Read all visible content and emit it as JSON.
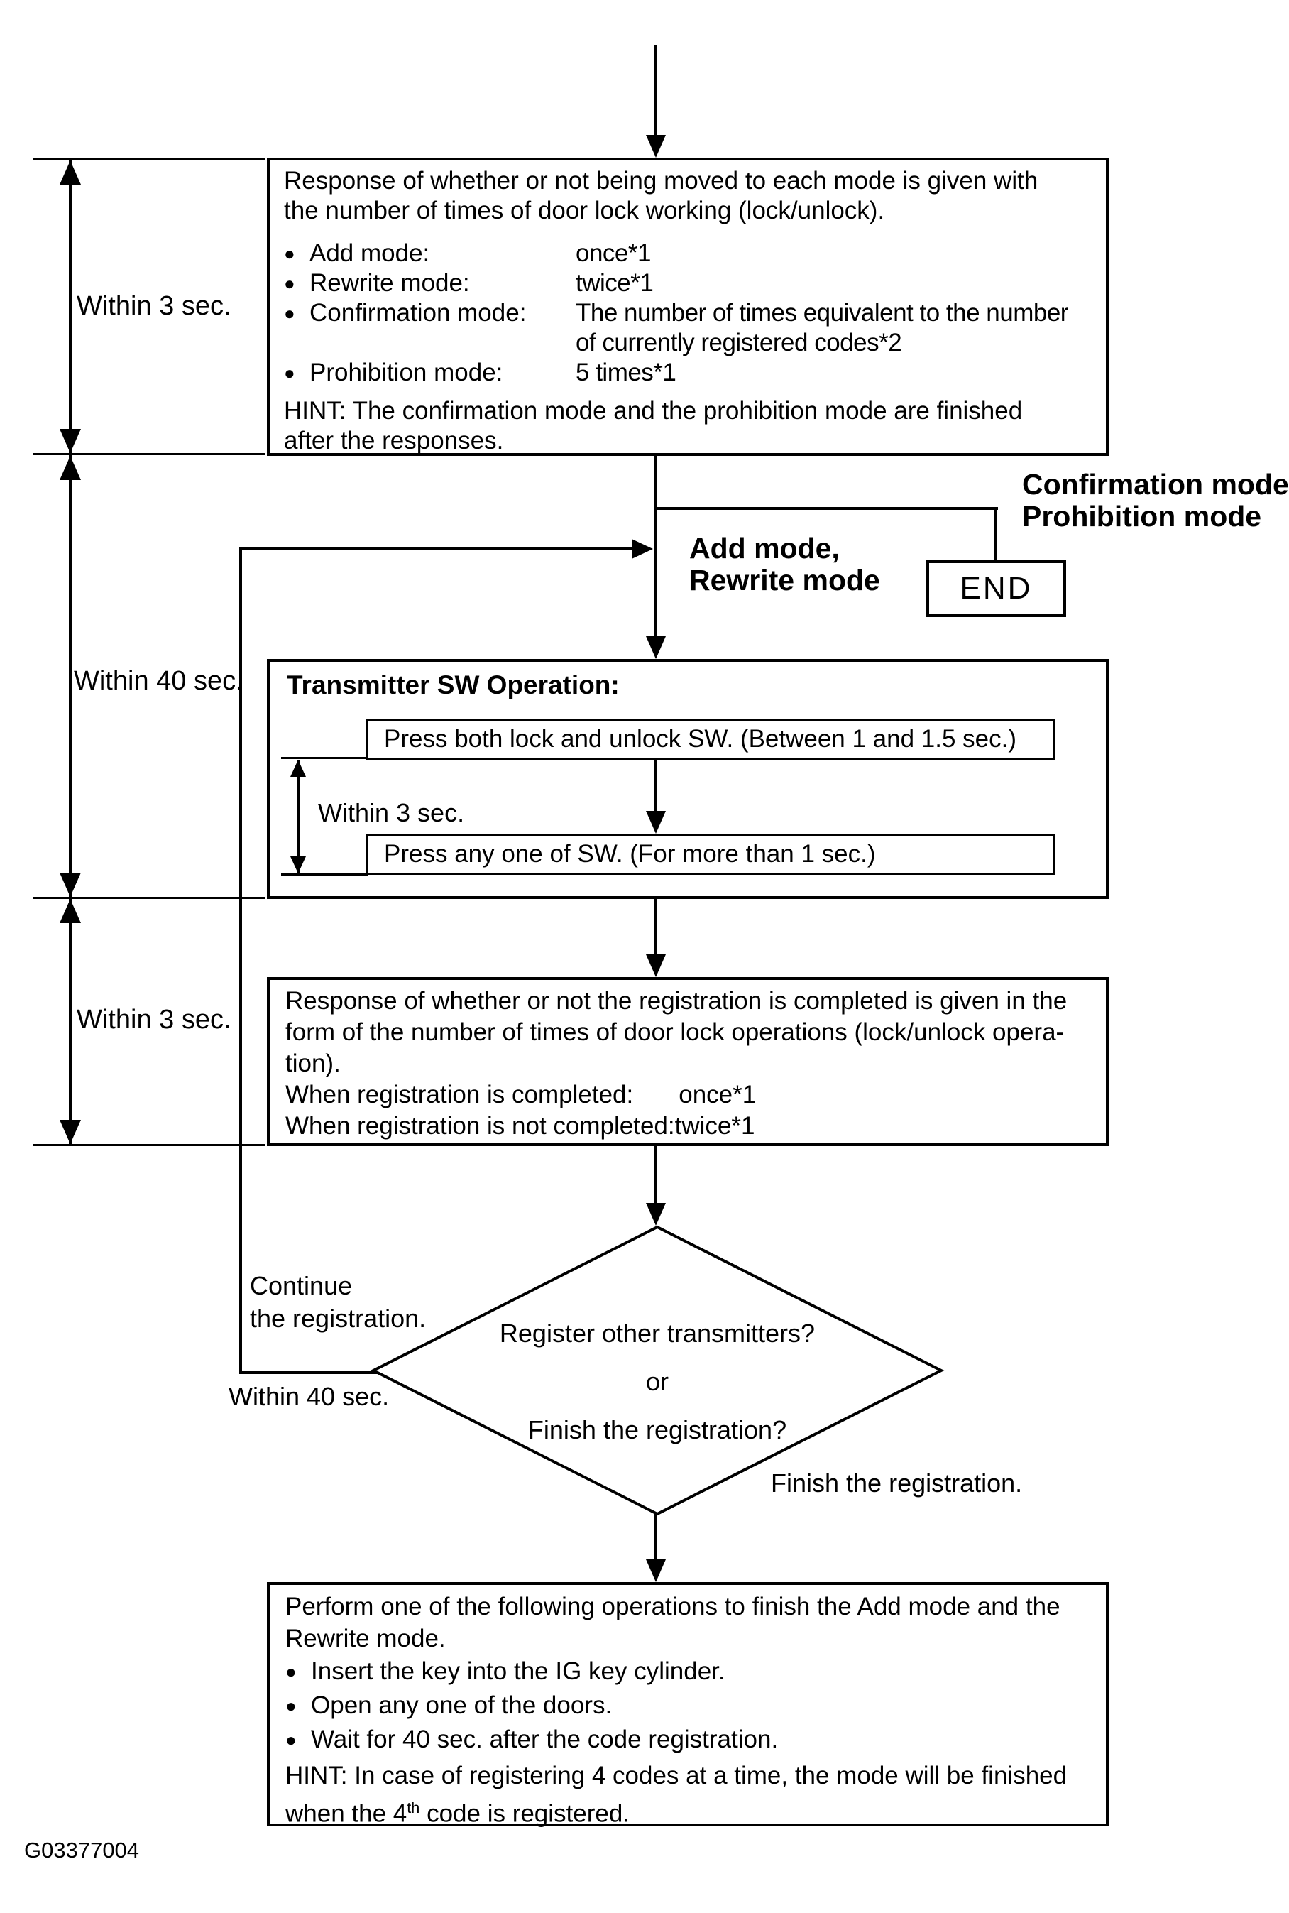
{
  "figure_id": "G03377004",
  "glyphs": {
    "bullet": "●"
  },
  "timing": {
    "label1": "Within 3 sec.",
    "label2": "Within 40 sec.",
    "label3": "Within 3 sec."
  },
  "mode_response_box": {
    "intro_line1": "Response of whether or not being moved to each mode is given with",
    "intro_line2": "the number of times of door lock working (lock/unlock).",
    "items": [
      {
        "label": "Add mode:",
        "value": "once*1"
      },
      {
        "label": "Rewrite mode:",
        "value": "twice*1"
      },
      {
        "label": "Confirmation mode:",
        "value": "The number of times equivalent to the number of currently registered codes*2"
      },
      {
        "label": "Prohibition mode:",
        "value": "5 times*1"
      }
    ],
    "hint_line1": "HINT: The confirmation mode and the prohibition mode are finished",
    "hint_line2": "after the responses."
  },
  "branch": {
    "mode_label_line1": "Confirmation mode",
    "mode_label_line2": "Prohibition mode",
    "add_rewrite_line1": "Add mode,",
    "add_rewrite_line2": "Rewrite mode",
    "end_label": "END"
  },
  "transmitter_box": {
    "title": "Transmitter SW Operation:",
    "step1": "Press both lock and unlock SW. (Between 1 and 1.5 sec.)",
    "between_label": "Within 3 sec.",
    "step2": "Press any one of SW. (For more than 1 sec.)"
  },
  "registration_response_box": {
    "line1": "Response of whether or not the registration is completed is given in the",
    "line2": "form of the number of times of door lock operations (lock/unlock opera-",
    "line3": "tion).",
    "completed_label": "When registration is completed:",
    "completed_value": "once*1",
    "not_completed_label": "When registration is not completed:",
    "not_completed_value": "twice*1"
  },
  "decision": {
    "line1": "Register other transmitters?",
    "line2": "or",
    "line3": "Finish the registration?",
    "continue_line1": "Continue",
    "continue_line2": "the registration.",
    "within_label": "Within 40 sec.",
    "finish_label": "Finish the registration."
  },
  "finish_box": {
    "line1": "Perform one of the following operations to finish the Add mode and the",
    "line2": "Rewrite mode.",
    "bullets": [
      "Insert the key into the IG key cylinder.",
      "Open any one of the doors.",
      "Wait for 40 sec. after the code registration."
    ],
    "hint_line1": "HINT: In case of registering 4 codes at a time, the mode will be finished",
    "hint_line2_prefix": "when the 4",
    "hint_line2_sup": "th",
    "hint_line2_suffix": " code is registered."
  }
}
